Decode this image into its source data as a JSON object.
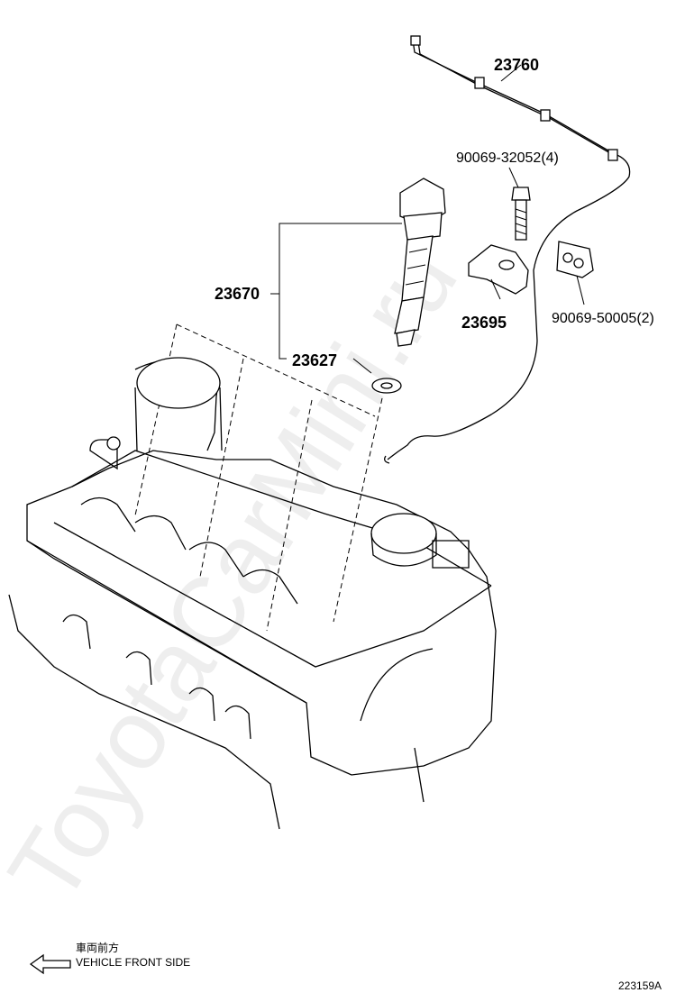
{
  "watermark": "ToyotaCarMini.ru",
  "callouts": {
    "fuel_pipe": "23760",
    "injector_bolt": "90069-32052(4)",
    "injector": "23670",
    "clamp": "23695",
    "clip": "90069-50005(2)",
    "gasket": "23627"
  },
  "direction": {
    "jp_label": "車両前方",
    "en_label": "VEHICLE FRONT SIDE"
  },
  "figure_id": "223159A"
}
